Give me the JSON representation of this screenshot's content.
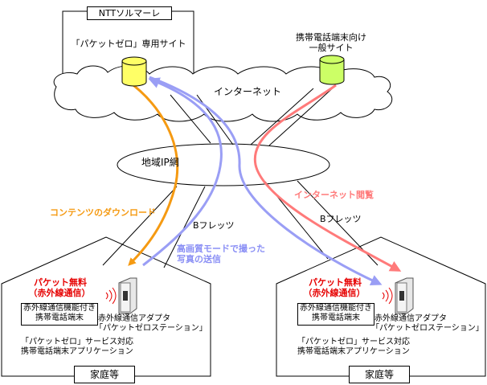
{
  "ntt_title": "NTTソルマーレ",
  "packet_zero_site": "「パケットゼロ」専用サイト",
  "general_site_line1": "携帯電話端末向け",
  "general_site_line2": "一般サイト",
  "internet": "インターネット",
  "regional_ip": "地域IP網",
  "download_label": "コンテンツのダウンロード",
  "browse_label": "インターネット閲覧",
  "bflets_left": "Bフレッツ",
  "bflets_right": "Bフレッツ",
  "photo_line1": "高画質モードで撮った",
  "photo_line2": "写真の送信",
  "houses": [
    {
      "free_line1": "パケット無料",
      "free_line2": "（赤外線通信）",
      "phone_line1": "赤外線通信機能付き",
      "phone_line2": "携帯電話端末",
      "adapter_line1": "赤外線通信アダプタ",
      "adapter_line2": "「パケットゼロステーション」",
      "app_line1": "「パケットゼロ」サービス対応",
      "app_line2": "携帯電話端末アプリケーション",
      "home": "家庭等"
    },
    {
      "free_line1": "パケット無料",
      "free_line2": "（赤外線通信）",
      "phone_line1": "赤外線通信機能付き",
      "phone_line2": "携帯電話端末",
      "adapter_line1": "赤外線通信アダプタ",
      "adapter_line2": "「パケットゼロステーション」",
      "app_line1": "「パケットゼロ」サービス対応",
      "app_line2": "携帯電話端末アプリケーション",
      "home": "家庭等"
    }
  ],
  "colors": {
    "download": "#f59a12",
    "browse": "#ff7a7a",
    "upload": "#9a9ef5",
    "packet_db": "#ffff66",
    "general_db": "#ccff66",
    "free_text": "#e60000"
  }
}
